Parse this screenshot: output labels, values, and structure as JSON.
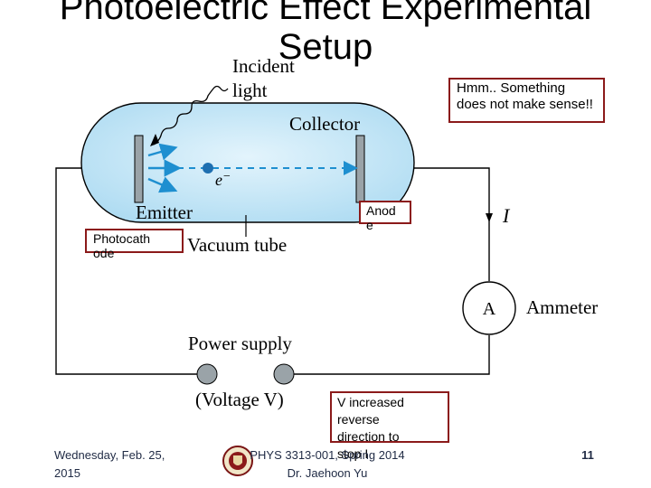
{
  "slide": {
    "title_line1": "Photoelectric Effect Experimental",
    "title_line2": "Setup"
  },
  "diagram": {
    "incident_light_1": "Incident",
    "incident_light_2": "light",
    "collector": "Collector",
    "electron": "e",
    "electron_sup": "−",
    "emitter": "Emitter",
    "vacuum_tube": "Vacuum tube",
    "current": "I",
    "ammeter_symbol": "A",
    "ammeter": "Ammeter",
    "power_supply": "Power supply",
    "voltage": "(Voltage V)"
  },
  "callouts": {
    "hmm": "Hmm.. Something does not make sense!!",
    "anode": "Anod e",
    "photocathode": "Photocath ode",
    "v_increased": "V increased reverse direction to stop I"
  },
  "footer": {
    "date": "Wednesday, Feb. 25, 2015",
    "course": "PHYS 3313-001, Spring 2014",
    "instructor": "Dr. Jaehoon Yu",
    "page": "11"
  },
  "colors": {
    "tube_fill": "#bfe3f5",
    "beam": "#1e8fd0",
    "callout_border": "#8b1a1a"
  }
}
